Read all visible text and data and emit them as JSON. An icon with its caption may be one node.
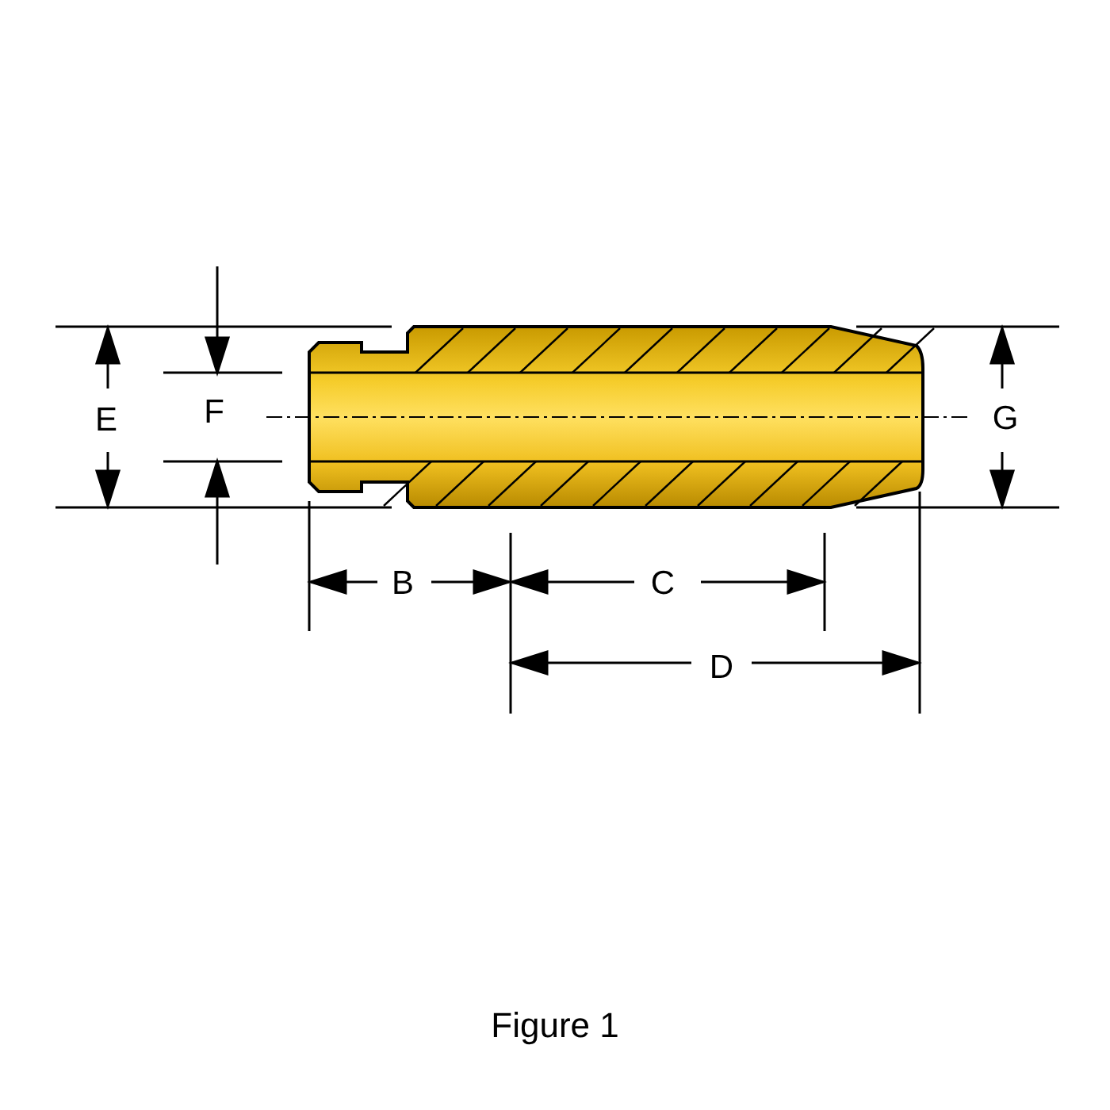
{
  "diagram": {
    "caption": "Figure 1",
    "labels": [
      "E",
      "F",
      "G",
      "B",
      "C",
      "D"
    ]
  }
}
